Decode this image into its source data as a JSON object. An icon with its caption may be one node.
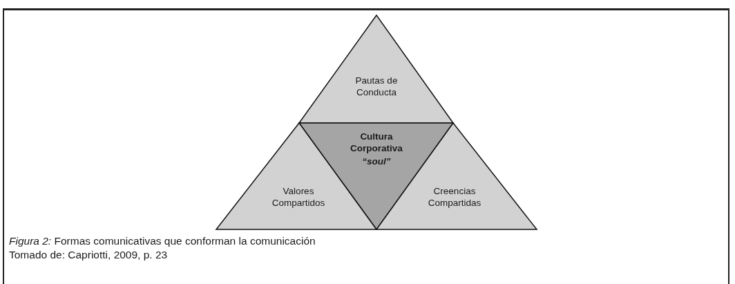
{
  "diagram": {
    "caption": "*Figura 2:* Formas comunicativas que conforman la comunicación",
    "nodes": [
      {
        "text": [
          "Pautas de Conducta"
        ]
      },
      {
        "text": [
          "Cultura Corporativa",
          "“soul”"
        ]
      },
      {
        "text": [
          "Valores Compartidos"
        ]
      },
      {
        "text": [
          "Creencias Compartidas"
        ]
      }
    ],
    "labels": [
      "Tomado de: Capriotti, 2009, p. 23"
    ]
  }
}
